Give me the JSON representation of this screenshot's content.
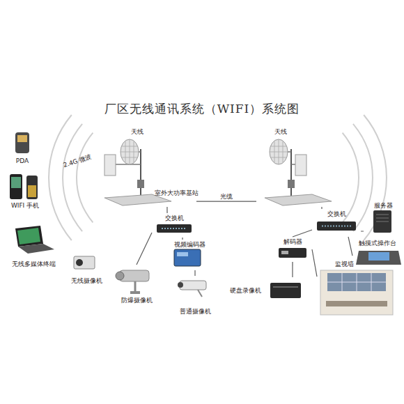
{
  "diagram": {
    "title": "厂区无线通讯系统（WIFI）系统图",
    "nodes": [
      {
        "text": [
          "PDA"
        ]
      },
      {
        "text": [
          "WIFI 手机"
        ]
      },
      {
        "text": [
          "天线",
          "室外大功率基站"
        ]
      },
      {
        "text": [
          "天线"
        ]
      },
      {
        "text": [
          "无线多媒体终端"
        ]
      },
      {
        "text": [
          "交换机"
        ]
      },
      {
        "text": [
          "交换机"
        ]
      },
      {
        "text": [
          "服务器"
        ]
      },
      {
        "text": [
          "触摸式操作台"
        ]
      },
      {
        "text": [
          "视频编码器"
        ]
      },
      {
        "text": [
          "解码器"
        ]
      },
      {
        "text": [
          "无线摄像机"
        ]
      },
      {
        "text": [
          "防爆摄像机"
        ]
      },
      {
        "text": [
          "普通摄像机"
        ]
      },
      {
        "text": [
          "监视墙"
        ]
      },
      {
        "text": [
          "硬盘录像机"
        ]
      }
    ],
    "edges": [
      {
        "from": 2,
        "to": 3,
        "label": "光缆",
        "arrow": "none"
      },
      {
        "from": 2,
        "to": 5,
        "arrow": "none"
      },
      {
        "from": 5,
        "to": 9,
        "arrow": "none"
      },
      {
        "from": 5,
        "to": 12,
        "arrow": "none"
      },
      {
        "from": 9,
        "to": 13,
        "arrow": "none"
      },
      {
        "from": 3,
        "to": 6,
        "arrow": "none"
      },
      {
        "from": 6,
        "to": 7,
        "arrow": "none"
      },
      {
        "from": 6,
        "to": 8,
        "arrow": "none"
      },
      {
        "from": 6,
        "to": 10,
        "arrow": "none"
      },
      {
        "from": 10,
        "to": 15,
        "arrow": "none"
      },
      {
        "from": 10,
        "to": 14,
        "arrow": "none"
      }
    ],
    "labels": [
      "2.4G 微波"
    ]
  }
}
